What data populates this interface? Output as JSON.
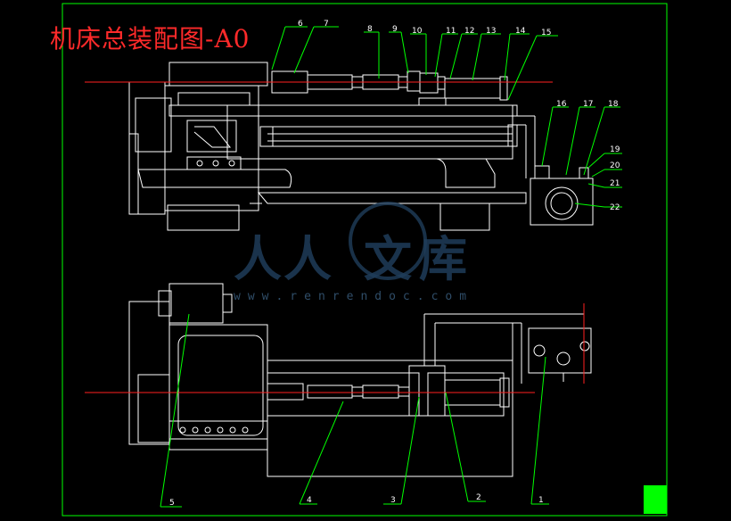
{
  "drawing": {
    "title": "机床总装配图-A0",
    "watermark_url": "www.renrendoc.com",
    "watermark_chars": [
      "人",
      "人",
      "文",
      "库"
    ],
    "colors": {
      "background": "#000000",
      "outline": "#ffffff",
      "frame": "#00ff00",
      "centerline": "#ff2020",
      "title": "#ff2a2a",
      "title_block": "#00ff00",
      "watermark": "#1f3d5a"
    }
  },
  "callouts_top": [
    "6",
    "7",
    "8",
    "9",
    "10",
    "11",
    "12",
    "13",
    "14",
    "15",
    "16",
    "17",
    "18",
    "19",
    "20",
    "21",
    "22"
  ],
  "callouts_bottom": [
    "5",
    "4",
    "3",
    "2",
    "1"
  ]
}
